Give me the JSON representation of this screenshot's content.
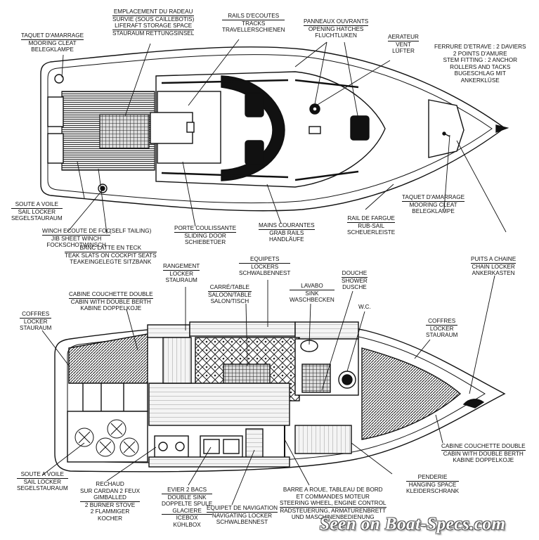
{
  "watermark": "Seen on Boat-Specs.com",
  "deck_plan": {
    "liferaft": [
      "EMPLACEMENT DU RADEAU",
      "SURVIE (SOUS CAILLEBOTIS)",
      "LIFERAFT STORAGE SPACE",
      "STAURAUM RETTUNGSINSEL"
    ],
    "tracks": [
      "RAILS D'ECOUTES",
      "TRACKS",
      "TRAVELLERSCHIENEN"
    ],
    "hatches": [
      "PANNEAUX OUVRANTS",
      "OPENING HATCHES",
      "FLUCHTLUKEN"
    ],
    "vent": [
      "AERATEUR",
      "VENT",
      "LÜFTER"
    ],
    "mooring_cleat_aft": [
      "TAQUET D'AMARRAGE",
      "MOORING CLEAT",
      "BELEGKLAMPE"
    ],
    "stem_fitting": [
      "FERRURE D'ETRAVE : 2 DAVIERS",
      "2 POINTS D'AMURE",
      "STEM FITTING : 2 ANCHOR",
      "ROLLERS AND TACKS",
      "BUGESCHLAG MIT",
      "ANKERKLÜSE"
    ],
    "mooring_cleat_fwd": [
      "TAQUET D'AMARRAGE",
      "MOORING CLEAT",
      "BELEGKLAMPE"
    ],
    "sail_locker": [
      "SOUTE A VOILE",
      "SAIL LOCKER",
      "SEGELSTAURAUM"
    ],
    "winch": [
      "WINCH  ECOUTE DE FOC",
      "JIB SHEET WINCH",
      "FOCKSCHOTWINSCH"
    ],
    "self_tailing": [
      "(SELF TAILING)"
    ],
    "teak_seats": [
      "BANC LATTE EN TECK",
      "TEAK SLATS ON COCKPIT SEATS",
      "TEAKEINGELEGTE SITZBANK"
    ],
    "sliding_door": [
      "PORTE COULISSANTE",
      "SLIDING DOOR",
      "SCHIEBETÜER"
    ],
    "grab_rails": [
      "MAINS COURANTES",
      "GRAB RAILS",
      "HANDLÄUFE"
    ],
    "rub_rail": [
      "RAIL DE FARGUE",
      "RUB-SAIL",
      "SCHEUERLEISTE"
    ]
  },
  "interior_plan": {
    "rangement": [
      "RANGEMENT",
      "LOCKER",
      "STAURAUM"
    ],
    "equipets_top": [
      "EQUIPETS",
      "LOCKERS",
      "SCHWALBENNEST"
    ],
    "chain_locker": [
      "PUITS A CHAINE",
      "CHAIN LOCKER",
      "ANKERKASTEN"
    ],
    "aft_cabin": [
      "CABINE COUCHETTE DOUBLE",
      "CABIN WITH DOUBLE BERTH",
      "KABINE DOPPELKOJE"
    ],
    "saloon": [
      "CARRÉ/TABLE",
      "SALOON/TABLE",
      "SALON/TISCH"
    ],
    "sink": [
      "LAVABO",
      "SINK",
      "WASCHBECKEN"
    ],
    "shower": [
      "DOUCHE",
      "SHOWER",
      "DUSCHE"
    ],
    "wc": [
      "W.C."
    ],
    "coffres_aft": [
      "COFFRES",
      "LOCKER",
      "STAURAUM"
    ],
    "coffres_fwd": [
      "COFFRES",
      "LOCKER",
      "STAURAUM"
    ],
    "fwd_cabin": [
      "CABINE COUCHETTE DOUBLE",
      "CABIN WITH DOUBLE BERTH",
      "KABINE DOPPELKOJE"
    ],
    "sail_locker": [
      "SOUTE A VOILE",
      "SAIL LOCKER",
      "SEGELSTAURAUM"
    ],
    "hanging_space": [
      "PENDERIE",
      "HANGING SPACE",
      "KLEIDERSCHRANK"
    ],
    "stove": [
      "RECHAUD",
      "SUR CARDAN 2 FEUX",
      "GIMBALLED",
      "2 BURNER STOVE",
      "2 FLAMMIGER",
      "KOCHER"
    ],
    "double_sink": [
      "EVIER 2 BACS",
      "DOUBLE SINK",
      "DOPPELTE SPULE",
      "GLACIERE",
      "ICEBOX",
      "KÜHLBOX"
    ],
    "nav_locker": [
      "EQUIPET DE NAVIGATION",
      "NAVIGATING LOCKER",
      "SCHWALBENNEST"
    ],
    "steering": [
      "BARRE A ROUE, TABLEAU DE BORD",
      "ET COMMANDES MOTEUR",
      "STEERING WHEEL, ENGINE CONTROL",
      "RADSTEUERUNG, ARMATURENBRETT",
      "UND MASCHINENBEDIENUNG"
    ]
  }
}
